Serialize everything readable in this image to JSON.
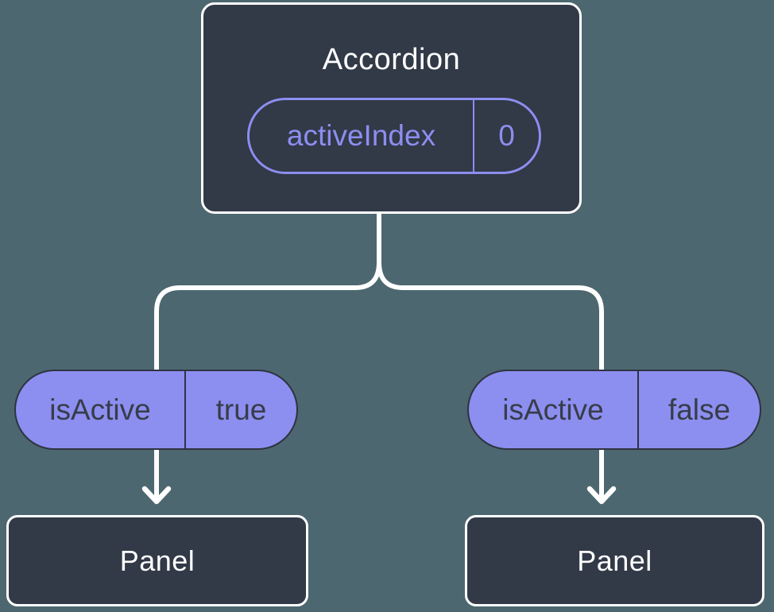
{
  "colors": {
    "background": "#4C6770",
    "node-dark": "#323947",
    "node-border": "#FFFFFF",
    "accent-purple": "#8C8EF0",
    "text-light": "#FFFFFF",
    "text-dark": "#373D49",
    "pill-border-dark": "#2E3440"
  },
  "tree": {
    "root": {
      "label": "Accordion",
      "state": {
        "name": "activeIndex",
        "value": "0"
      }
    },
    "branches": [
      {
        "prop": {
          "name": "isActive",
          "value": "true"
        },
        "child": {
          "label": "Panel"
        }
      },
      {
        "prop": {
          "name": "isActive",
          "value": "false"
        },
        "child": {
          "label": "Panel"
        }
      }
    ]
  }
}
